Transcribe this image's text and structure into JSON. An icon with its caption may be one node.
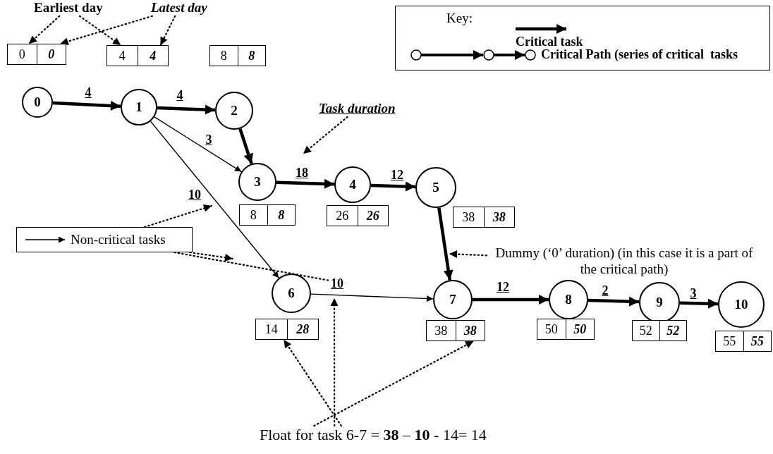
{
  "diagram": {
    "nodes": [
      {
        "text": [
          "Earliest day"
        ]
      },
      {
        "text": [
          "Latest day"
        ]
      },
      {
        "text": [
          "0",
          "0"
        ]
      },
      {
        "text": [
          "4",
          "4"
        ]
      },
      {
        "text": [
          "8",
          "8"
        ]
      },
      {
        "text": [
          "0"
        ]
      },
      {
        "text": [
          "1"
        ]
      },
      {
        "text": [
          "2"
        ]
      },
      {
        "text": [
          "Task duration"
        ]
      },
      {
        "text": [
          "3"
        ]
      },
      {
        "text": [
          "4"
        ]
      },
      {
        "text": [
          "5"
        ]
      },
      {
        "text": [
          "8",
          "8"
        ]
      },
      {
        "text": [
          "26",
          "26"
        ]
      },
      {
        "text": [
          "38",
          "38"
        ]
      },
      {
        "text": [
          "Dummy (‘0’ duration) (in this case it is a part of the critical path)"
        ]
      },
      {
        "text": [
          "Non-critical tasks"
        ]
      },
      {
        "text": [
          "6"
        ]
      },
      {
        "text": [
          "7"
        ]
      },
      {
        "text": [
          "8"
        ]
      },
      {
        "text": [
          "9"
        ]
      },
      {
        "text": [
          "10"
        ]
      },
      {
        "text": [
          "14",
          "28"
        ]
      },
      {
        "text": [
          "38",
          "38"
        ]
      },
      {
        "text": [
          "50",
          "50"
        ]
      },
      {
        "text": [
          "52",
          "52"
        ]
      },
      {
        "text": [
          "55",
          "55"
        ]
      },
      {
        "text": [
          "Float for task 6-7 = **38** – **10** - 14= 14"
        ]
      }
    ],
    "edges": [
      {
        "from": 0,
        "to": 2,
        "arrow": "to",
        "style": "dashed"
      },
      {
        "from": 0,
        "to": 3,
        "arrow": "to",
        "style": "dashed"
      },
      {
        "from": 1,
        "to": 2,
        "arrow": "to",
        "style": "dashed"
      },
      {
        "from": 1,
        "to": 3,
        "arrow": "to",
        "style": "dashed"
      },
      {
        "from": 5,
        "to": 6,
        "arrow": "to",
        "label": "4",
        "style": "thick"
      },
      {
        "from": 6,
        "to": 7,
        "arrow": "to",
        "label": "4",
        "style": "thick"
      },
      {
        "from": 7,
        "to": 9,
        "arrow": "to",
        "style": "thick"
      },
      {
        "from": 6,
        "to": 9,
        "arrow": "to",
        "label": "3"
      },
      {
        "from": 9,
        "to": 10,
        "arrow": "to",
        "label": "18",
        "style": "thick"
      },
      {
        "from": 10,
        "to": 11,
        "arrow": "to",
        "label": "12",
        "style": "thick"
      },
      {
        "from": 8,
        "to": null,
        "arrow": "to",
        "style": "dashed"
      },
      {
        "from": 11,
        "to": 18,
        "arrow": "to",
        "style": "thick"
      },
      {
        "from": 15,
        "to": null,
        "arrow": "to",
        "style": "dashed"
      },
      {
        "from": 16,
        "to": null,
        "arrow": "to",
        "style": "dashed"
      },
      {
        "from": 16,
        "to": null,
        "arrow": "to",
        "style": "dashed"
      },
      {
        "from": 16,
        "to": null,
        "arrow": "to",
        "style": "dashed"
      },
      {
        "from": 6,
        "to": 17,
        "arrow": "to",
        "label": "10"
      },
      {
        "from": 17,
        "to": 18,
        "arrow": "to",
        "label": "10"
      },
      {
        "from": 18,
        "to": 19,
        "arrow": "to",
        "label": "12",
        "style": "thick"
      },
      {
        "from": 19,
        "to": 20,
        "arrow": "to",
        "label": "2",
        "style": "thick"
      },
      {
        "from": 20,
        "to": 21,
        "arrow": "to",
        "label": "3",
        "style": "thick"
      },
      {
        "from": 27,
        "to": 22,
        "arrow": "to",
        "style": "dashed"
      },
      {
        "from": 27,
        "to": 23,
        "arrow": "to",
        "style": "dashed"
      },
      {
        "from": 27,
        "to": null,
        "arrow": "to",
        "style": "dashed"
      }
    ],
    "labels": [
      "Key:"
    ],
    "legend": [
      {
        "text": "Critical task"
      },
      {
        "text": "Critical Path (series of critical  tasks"
      }
    ]
  }
}
